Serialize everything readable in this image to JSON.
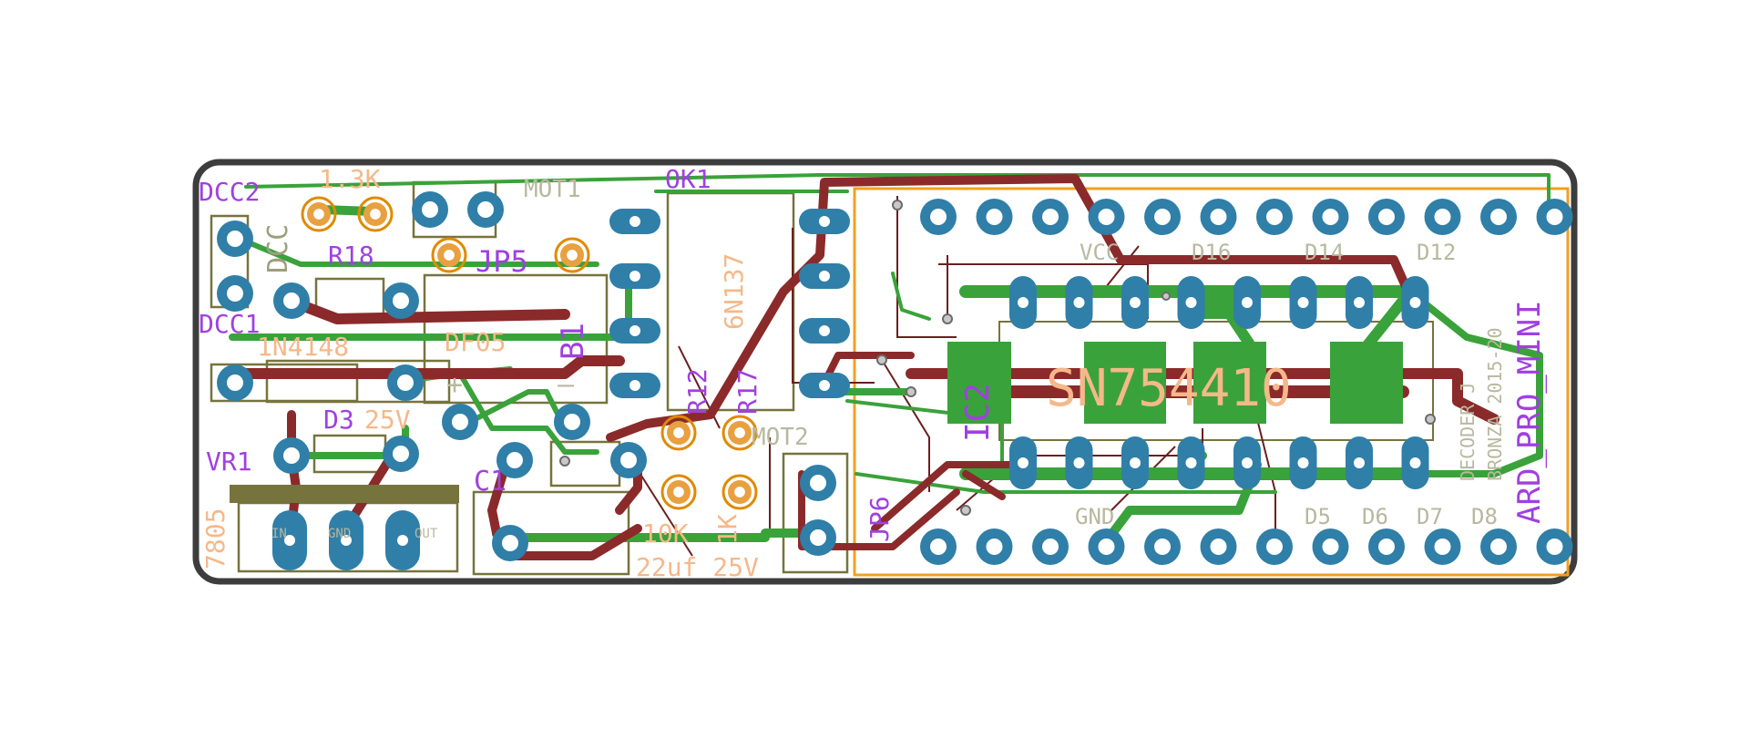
{
  "colors": {
    "background": "#ffffff",
    "board_outline": "#3d3d3d",
    "pad": "#2f7fa8",
    "drill": "#ffffff",
    "pad_outline": "#e08a00",
    "top_trace": "#3aa23a",
    "bottom_trace": "#8b2a2a",
    "thin_trace": "#6b1f1f",
    "part_outline": "#77733d",
    "name_label": "#a040e0",
    "value_label": "#f5b88a",
    "silk_label": "#b8b8a0",
    "arduino_outline": "#f0a020"
  },
  "name_labels": {
    "dcc2": "DCC2",
    "dcc1": "DCC1",
    "r18": "R18",
    "jp5": "JP5",
    "ok1": "OK1",
    "b1": "B1",
    "d3": "D3",
    "vr1": "VR1",
    "r12": "R12",
    "r17": "R17",
    "c1": "C1",
    "ic2": "IC2",
    "jp6": "JP6",
    "ard": "ARD_PRO_MINI"
  },
  "value_labels": {
    "r_1k3": "1.3K",
    "diode_1n4148": "1N4148",
    "bridge": "DF05",
    "zener": "25V",
    "reg": "7805",
    "r_10k": "10K",
    "r_1k": "1K",
    "cap": "22uf 25V",
    "opto": "6N137",
    "driver": "SN754410"
  },
  "silk_labels": {
    "mot1": "MOT1",
    "mot2": "MOT2",
    "dcc": "DCC",
    "vcc": "VCC",
    "d16": "D16",
    "d14": "D14",
    "d12": "D12",
    "gnd": "GND",
    "d5": "D5",
    "d6": "D6",
    "d7": "D7",
    "d8": "D8",
    "side_text": "DECODER J",
    "side_text2": "BRONZA 2015-20",
    "bridge_plus": "+",
    "bridge_minus": "–",
    "in": "IN",
    "gnd_small": "GND",
    "out": "OUT"
  }
}
